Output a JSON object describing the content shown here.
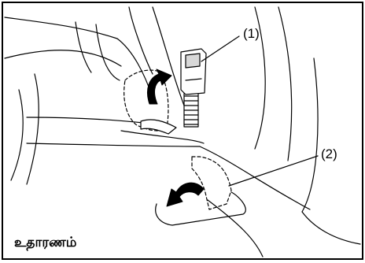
{
  "callouts": {
    "buckle": "(1)",
    "floor_cover": "(2)"
  },
  "caption": "உதாரணம்",
  "colors": {
    "line": "#000000",
    "background": "#ffffff"
  }
}
